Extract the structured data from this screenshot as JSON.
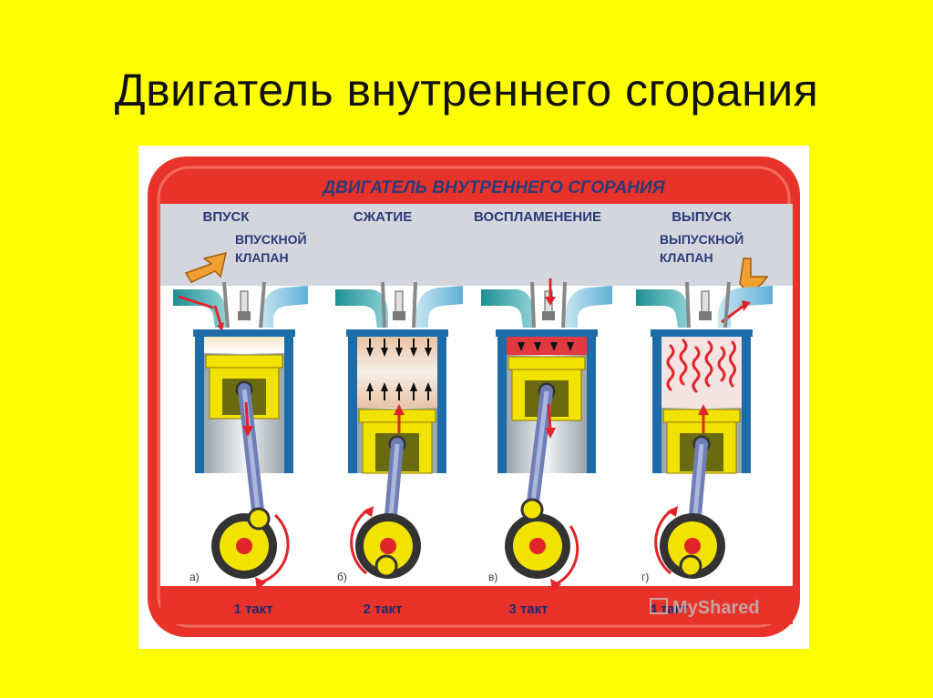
{
  "slide_title": "Двигатель внутреннего  сгорания",
  "diagram": {
    "title": "ДВИГАТЕЛЬ ВНУТРЕННЕГО СГОРАНИЯ",
    "strokes": [
      {
        "name": "ВПУСК",
        "valve_label": "ВПУСКНОЙ КЛАПАН",
        "letter": "а)",
        "tact": "1 такт"
      },
      {
        "name": "СЖАТИЕ",
        "valve_label": "",
        "letter": "б)",
        "tact": "2  такт"
      },
      {
        "name": "ВОСПЛАМЕНЕНИЕ",
        "valve_label": "",
        "letter": "в)",
        "tact": "3 такт"
      },
      {
        "name": "ВЫПУСК",
        "valve_label": "ВЫПУСКНОЙ КЛАПАН",
        "letter": "г)",
        "tact": "4 такт"
      }
    ],
    "watermark": "MyShared"
  },
  "colors": {
    "slide_bg": "#ffff00",
    "frame_red": "#e8332b",
    "banner_gray": "#d3d6dc",
    "cylinder_blue": "#1c6ca8",
    "piston_yellow": "#f2e200",
    "port_teal": "#2aa6a6"
  }
}
